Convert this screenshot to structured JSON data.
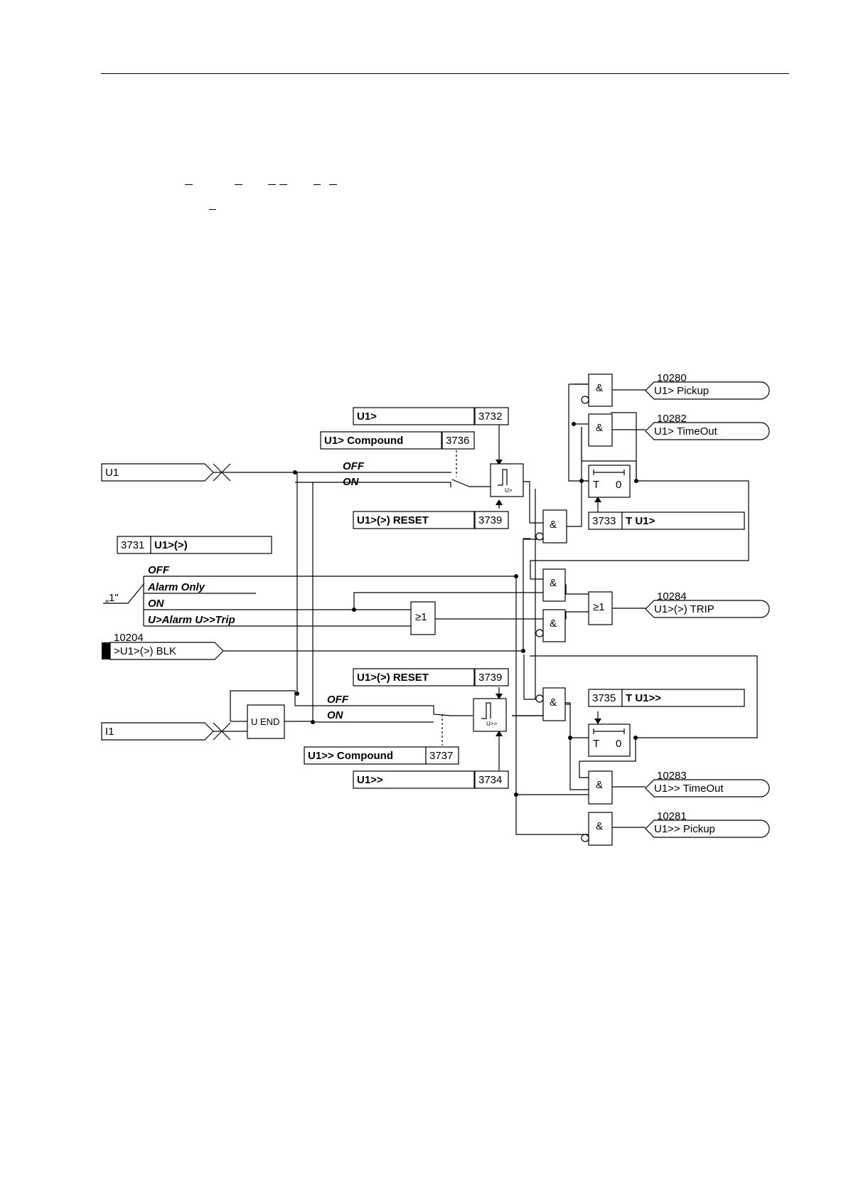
{
  "signals": {
    "in_u1": "U1",
    "in_i1": "I1",
    "blk_num": "10204",
    "blk": ">U1>(>) BLK",
    "const1": "„1\""
  },
  "params": {
    "u1_name": "U1>",
    "u1_num": "3732",
    "u1comp_name": "U1> Compound",
    "u1comp_num": "3736",
    "reset1_name": "U1>(>) RESET",
    "reset1_num": "3739",
    "mode_num": "3731",
    "mode_name": "U1>(>)",
    "reset2_name": "U1>(>) RESET",
    "reset2_num": "3739",
    "tu1_num": "3733",
    "tu1_name": "T U1>",
    "tu2_num": "3735",
    "tu2_name": "T U1>>",
    "u2comp_name": "U1>> Compound",
    "u2comp_num": "3737",
    "u2_name": "U1>>",
    "u2_num": "3734"
  },
  "switch": {
    "off": "OFF",
    "on": "ON",
    "off2": "OFF",
    "on2": "ON"
  },
  "modes": {
    "off": "OFF",
    "alarm": "Alarm Only",
    "on": "ON",
    "trip": "U>Alarm U>>Trip"
  },
  "gates": {
    "and": "&",
    "or": "≥1",
    "uend": "U END",
    "timer_t": "T",
    "timer_0": "0",
    "thr1": "U>",
    "thr2": "U>>"
  },
  "outputs": {
    "o1_num": "10280",
    "o1": "U1> Pickup",
    "o2_num": "10282",
    "o2": "U1> TimeOut",
    "o3_num": "10284",
    "o3": "U1>(>) TRIP",
    "o4_num": "10283",
    "o4": "U1>> TimeOut",
    "o5_num": "10281",
    "o5": "U1>> Pickup"
  }
}
